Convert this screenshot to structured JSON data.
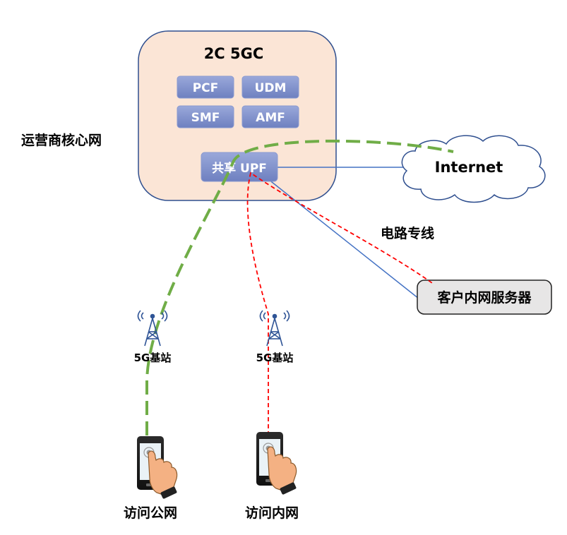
{
  "core": {
    "title": "2C 5GC",
    "functions": [
      "PCF",
      "UDM",
      "SMF",
      "AMF"
    ],
    "upf_label": "共享 UPF"
  },
  "operator_label": "运营商核心网",
  "internet_label": "Internet",
  "dedicated_line_label": "电路专线",
  "server_label": "客户内网服务器",
  "base_station_label": "5G基站",
  "devices": [
    "访问公网",
    "访问内网"
  ],
  "colors": {
    "core_fill": "#FBE5D6",
    "core_stroke": "#2F4F8F",
    "nf_fill": "#7F8FC8",
    "public_path": "#70AD47",
    "private_path": "#FF0000",
    "link": "#4472C4",
    "server_fill": "#E7E6E6"
  }
}
